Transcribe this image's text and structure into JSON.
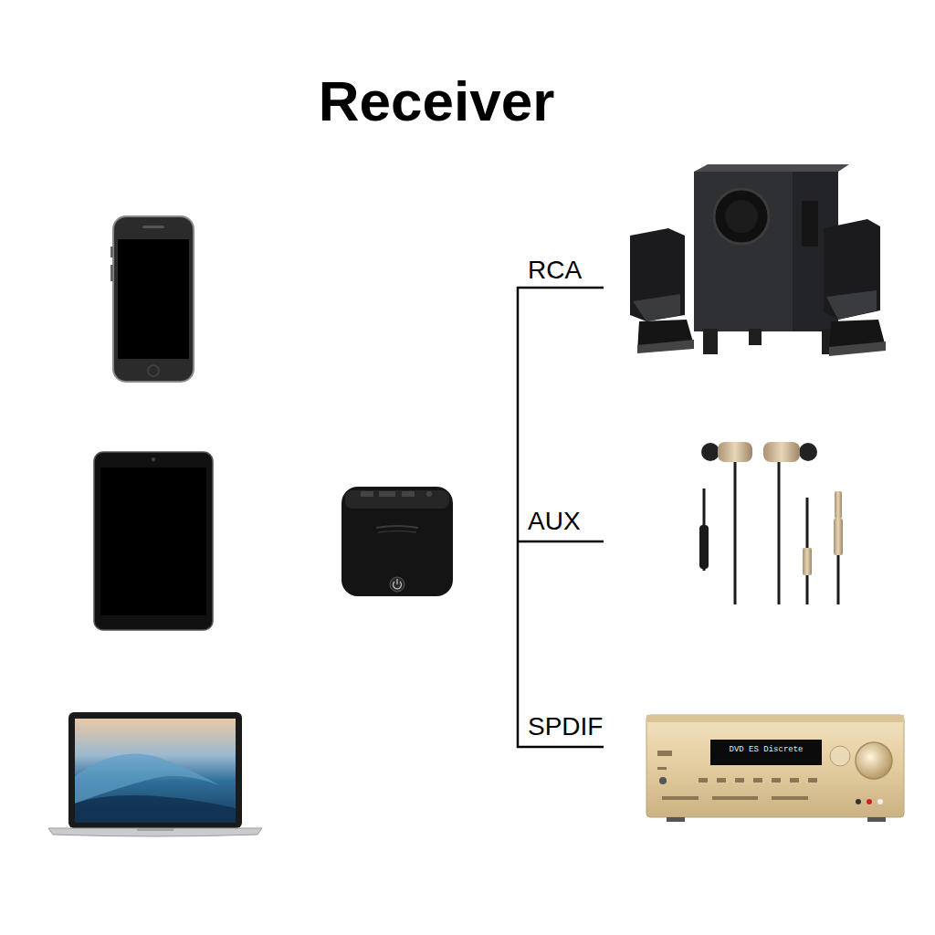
{
  "diagram": {
    "title": "Receiver",
    "labels": [
      "RCA",
      "AUX",
      "SPDIF",
      "DVD ES Discrete"
    ]
  }
}
